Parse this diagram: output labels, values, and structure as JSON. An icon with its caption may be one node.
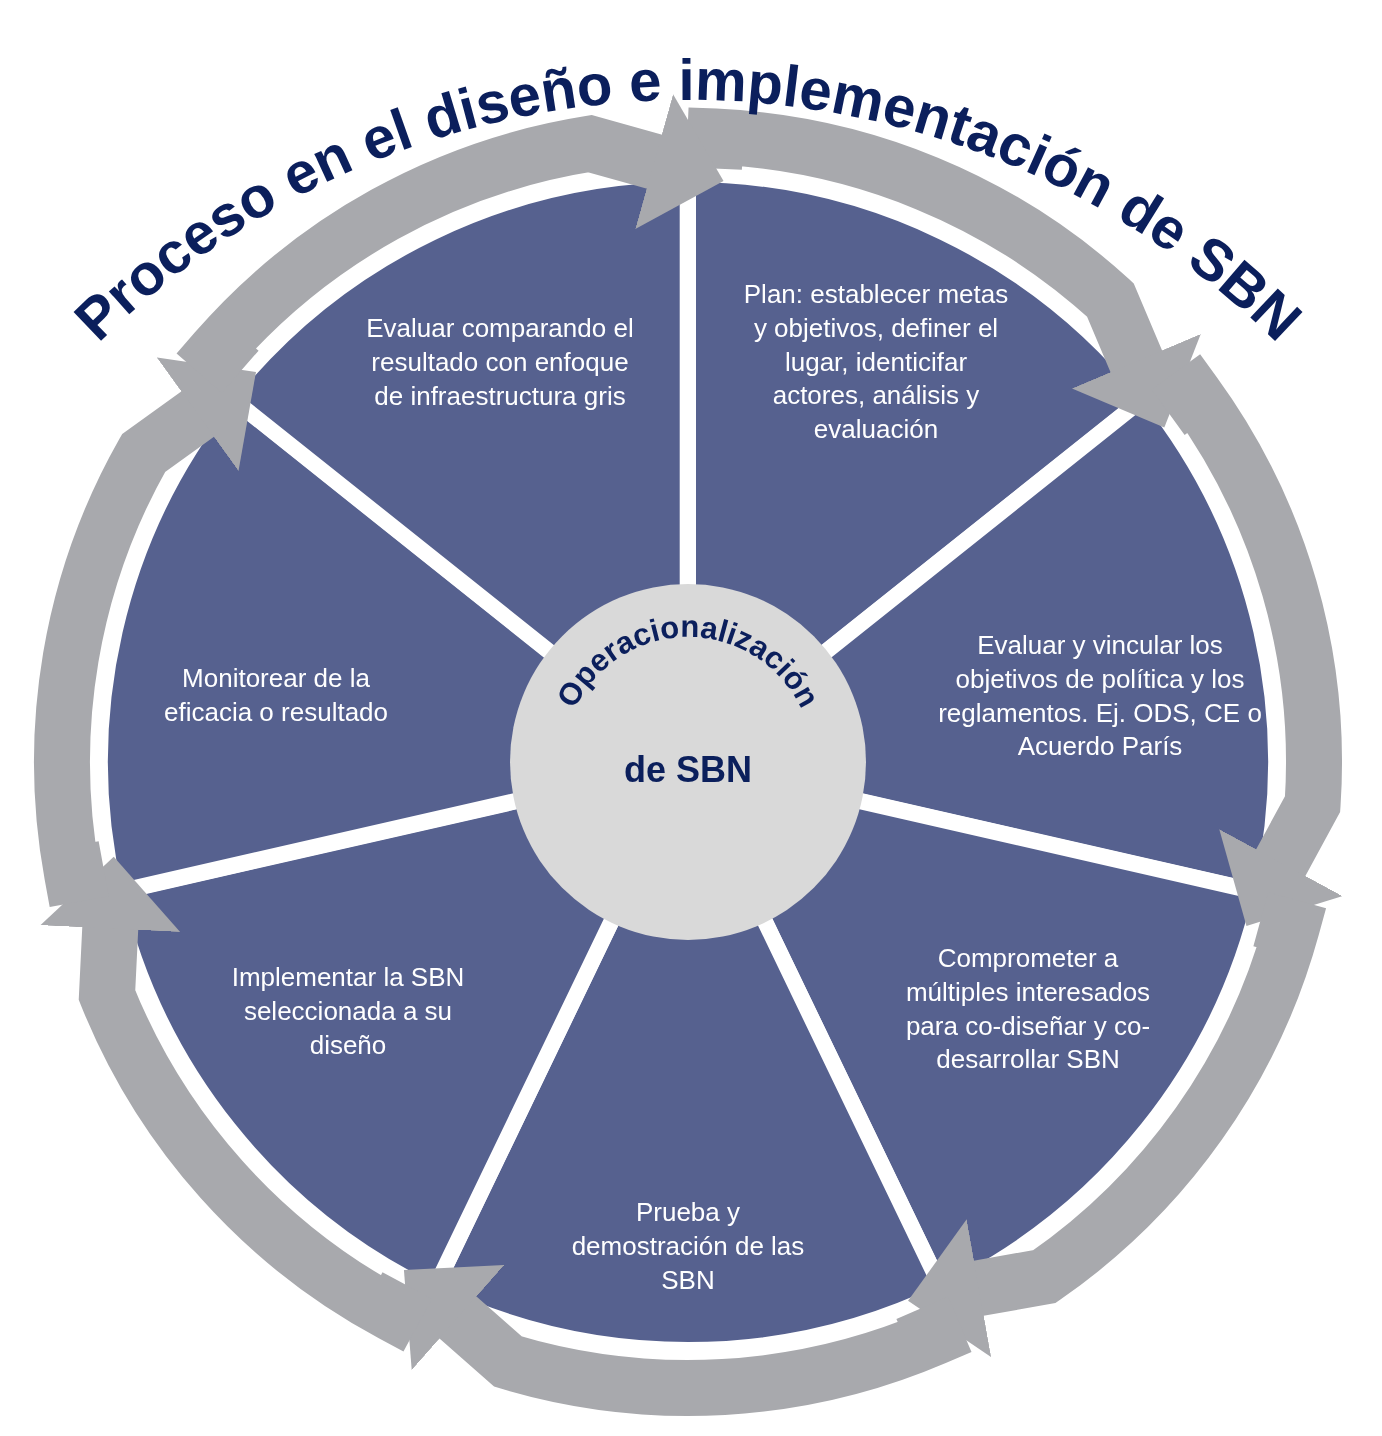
{
  "diagram": {
    "title": "Proceso en el diseño e implementación de SBN",
    "nodes": [
      {
        "text": [
          "Plan: establecer metas y objetivos, definer el lugar, identicifar actores, análisis y evaluación"
        ]
      },
      {
        "text": [
          "Evaluar y vincular los objetivos de política y los reglamentos. Ej. ODS, CE o Acuerdo París"
        ]
      },
      {
        "text": [
          "Comprometer a múltiples interesados para co-diseñar y co-desarrollar SBN"
        ]
      },
      {
        "text": [
          "Prueba y demostración de las SBN"
        ]
      },
      {
        "text": [
          "Implementar la SBN seleccionada a su diseño"
        ]
      },
      {
        "text": [
          "Monitorear de la eficacia o resultado"
        ]
      },
      {
        "text": [
          "Evaluar comparando el resultado con enfoque de infraestructura gris"
        ]
      },
      {
        "text": [
          "Operacionalización",
          "de SBN"
        ]
      }
    ],
    "edges": [
      {
        "from": 0,
        "to": 1,
        "arrow": "to"
      },
      {
        "from": 1,
        "to": 2,
        "arrow": "to"
      },
      {
        "from": 2,
        "to": 3,
        "arrow": "to"
      },
      {
        "from": 3,
        "to": 4,
        "arrow": "to"
      },
      {
        "from": 4,
        "to": 5,
        "arrow": "to"
      },
      {
        "from": 5,
        "to": 6,
        "arrow": "to"
      },
      {
        "from": 6,
        "to": 0,
        "arrow": "to"
      }
    ]
  }
}
